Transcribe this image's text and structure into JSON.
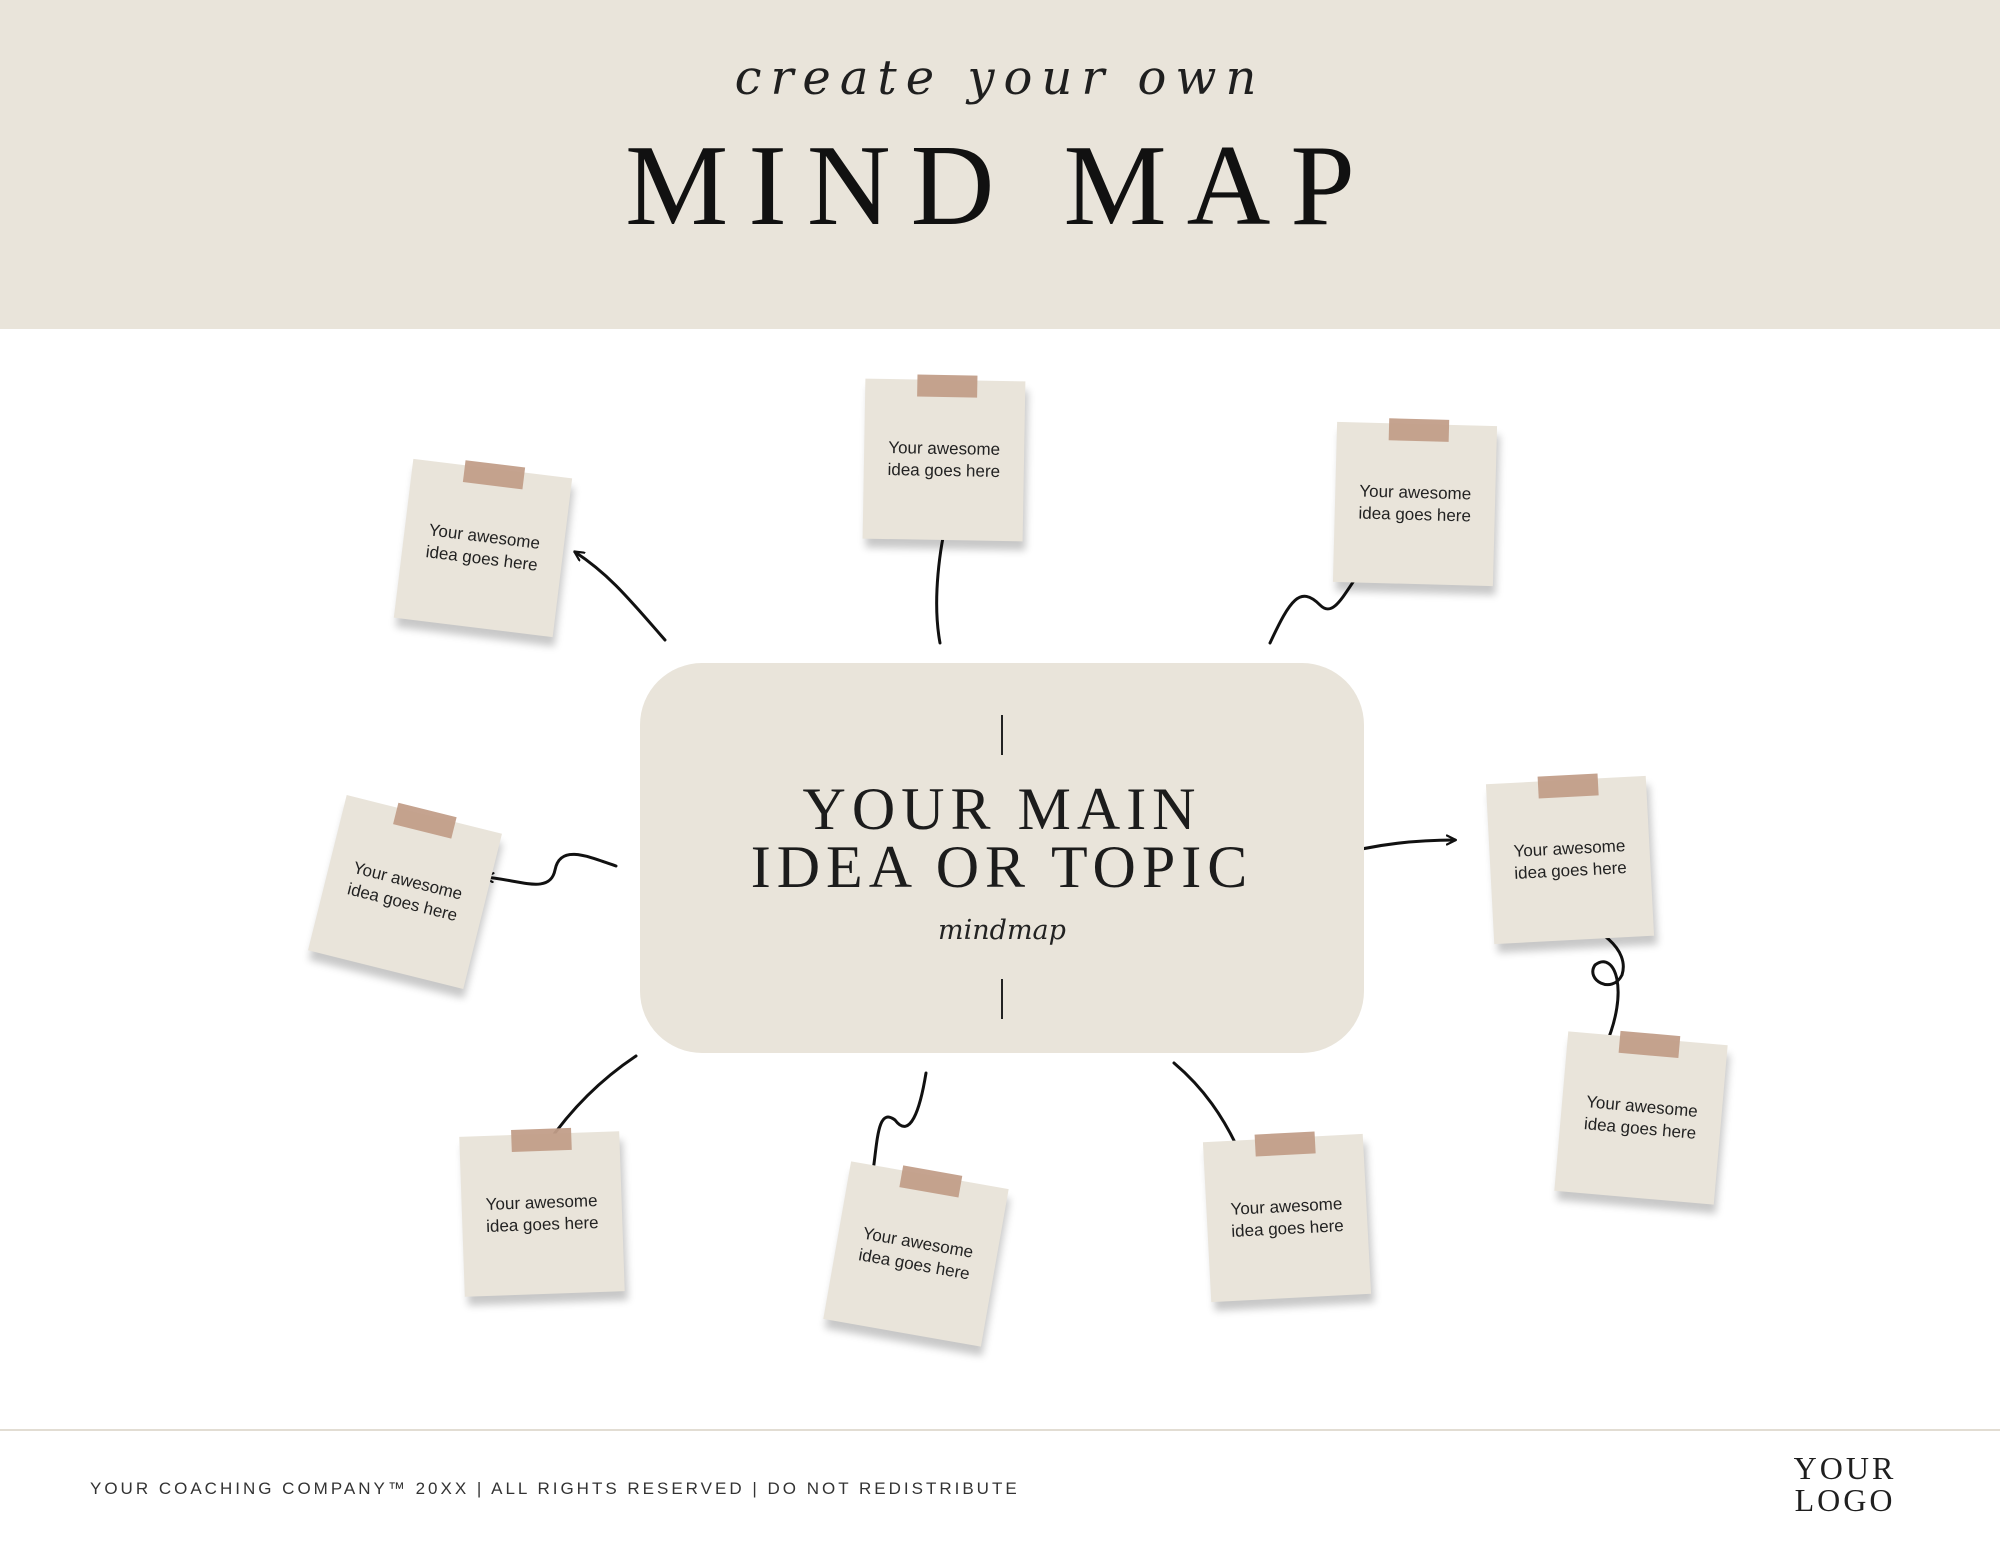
{
  "header": {
    "subtitle": "create your own",
    "title": "MIND MAP"
  },
  "center": {
    "line1": "YOUR MAIN",
    "line2": "IDEA OR TOPIC",
    "caption": "mindmap"
  },
  "notes": [
    {
      "line1": "Your awesome",
      "line2": "idea goes here"
    },
    {
      "line1": "Your awesome",
      "line2": "idea goes here"
    },
    {
      "line1": "Your awesome",
      "line2": "idea goes here"
    },
    {
      "line1": "Your awesome",
      "line2": "idea goes here"
    },
    {
      "line1": "Your awesome",
      "line2": "idea goes here"
    },
    {
      "line1": "Your awesome",
      "line2": "idea goes here"
    },
    {
      "line1": "Your awesome",
      "line2": "idea goes here"
    },
    {
      "line1": "Your awesome",
      "line2": "idea goes here"
    },
    {
      "line1": "Your awesome",
      "line2": "idea goes here"
    }
  ],
  "footer": {
    "text": "YOUR COACHING COMPANY™ 20XX | ALL RIGHTS RESERVED | DO NOT REDISTRIBUTE",
    "logo_line1": "YOUR",
    "logo_line2": "LOGO"
  },
  "colors": {
    "paper": "#e9e4da",
    "tape": "#c29e89",
    "ink": "#111111"
  }
}
